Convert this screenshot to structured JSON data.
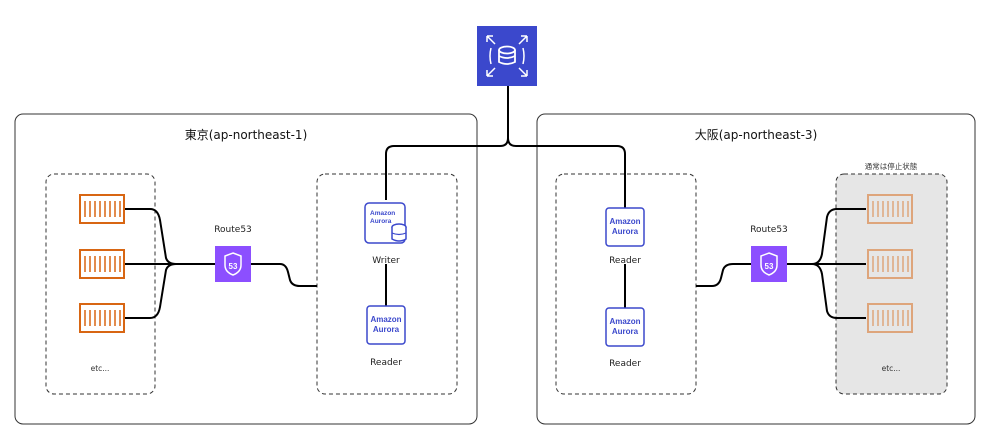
{
  "regions": [
    {
      "title": "東京(ap-northeast-1)",
      "route53_label": "Route53",
      "etc_label": "etc...",
      "writer_label": "Writer",
      "reader_label": "Reader"
    },
    {
      "title": "大阪(ap-northeast-3)",
      "route53_label": "Route53",
      "etc_label": "etc...",
      "reader_label_1": "Reader",
      "reader_label_2": "Reader",
      "standby_label": "通常は停止状態"
    }
  ],
  "aurora": {
    "line1": "Amazon",
    "line2": "Aurora"
  },
  "route53": {
    "badge": "53"
  },
  "colors": {
    "container": "#d86613",
    "route53": "#8c4fff",
    "aurora": "#3b48cc",
    "rds": "#3b48cc",
    "standby_bg": "#e6e6e6"
  },
  "icons": [
    "rds-icon",
    "container-icon",
    "route53-icon",
    "aurora-icon",
    "aurora-writer-icon"
  ]
}
